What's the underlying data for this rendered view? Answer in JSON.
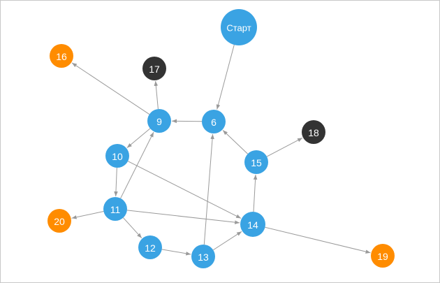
{
  "colors": {
    "default": "#3aa3e3",
    "orange": "#ff8c00",
    "dark": "#333333",
    "edge": "#9a9a9a"
  },
  "nodes": [
    {
      "id": "start",
      "label": "Старт",
      "kind": "default"
    },
    {
      "id": "6",
      "label": "6",
      "kind": "default"
    },
    {
      "id": "9",
      "label": "9",
      "kind": "default"
    },
    {
      "id": "10",
      "label": "10",
      "kind": "default"
    },
    {
      "id": "11",
      "label": "11",
      "kind": "default"
    },
    {
      "id": "12",
      "label": "12",
      "kind": "default"
    },
    {
      "id": "13",
      "label": "13",
      "kind": "default"
    },
    {
      "id": "14",
      "label": "14",
      "kind": "default"
    },
    {
      "id": "15",
      "label": "15",
      "kind": "default"
    },
    {
      "id": "16",
      "label": "16",
      "kind": "orange"
    },
    {
      "id": "17",
      "label": "17",
      "kind": "dark"
    },
    {
      "id": "18",
      "label": "18",
      "kind": "dark"
    },
    {
      "id": "19",
      "label": "19",
      "kind": "orange"
    },
    {
      "id": "20",
      "label": "20",
      "kind": "orange"
    }
  ],
  "edges": [
    {
      "from": "start",
      "to": "6"
    },
    {
      "from": "6",
      "to": "9"
    },
    {
      "from": "9",
      "to": "16"
    },
    {
      "from": "9",
      "to": "17"
    },
    {
      "from": "9",
      "to": "10"
    },
    {
      "from": "10",
      "to": "11"
    },
    {
      "from": "10",
      "to": "14"
    },
    {
      "from": "11",
      "to": "9"
    },
    {
      "from": "11",
      "to": "20"
    },
    {
      "from": "11",
      "to": "12"
    },
    {
      "from": "11",
      "to": "14"
    },
    {
      "from": "12",
      "to": "13"
    },
    {
      "from": "13",
      "to": "6"
    },
    {
      "from": "13",
      "to": "14"
    },
    {
      "from": "14",
      "to": "15"
    },
    {
      "from": "14",
      "to": "19"
    },
    {
      "from": "15",
      "to": "6"
    },
    {
      "from": "15",
      "to": "18"
    }
  ]
}
